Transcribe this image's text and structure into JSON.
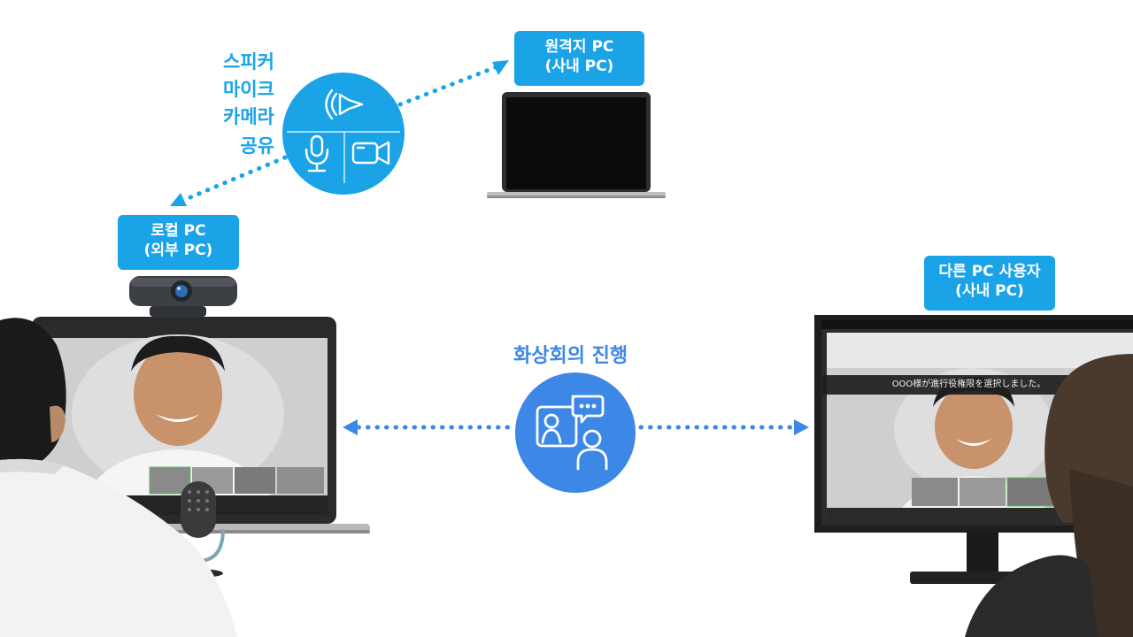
{
  "colors": {
    "sky_blue": "#1ba3e8",
    "vc_blue": "#3d88e6",
    "label_text": "#ffffff"
  },
  "remote_pc": {
    "line1": "원격지 PC",
    "line2": "(사내 PC)"
  },
  "local_pc": {
    "line1": "로컬 PC",
    "line2": "(외부 PC)"
  },
  "other_pc": {
    "line1": "다른 PC 사용자",
    "line2": "(사내 PC)"
  },
  "share": {
    "items": [
      "스피커",
      "마이크",
      "카메라",
      "공유"
    ]
  },
  "vc": {
    "title": "화상회의 진행"
  },
  "other_screen": {
    "banner": "OOO様が進行役権限を選択しました。"
  },
  "icons": {
    "speaker": "speaker-icon",
    "mic": "microphone-icon",
    "camera": "camera-icon",
    "meeting": "video-meeting-icon"
  }
}
